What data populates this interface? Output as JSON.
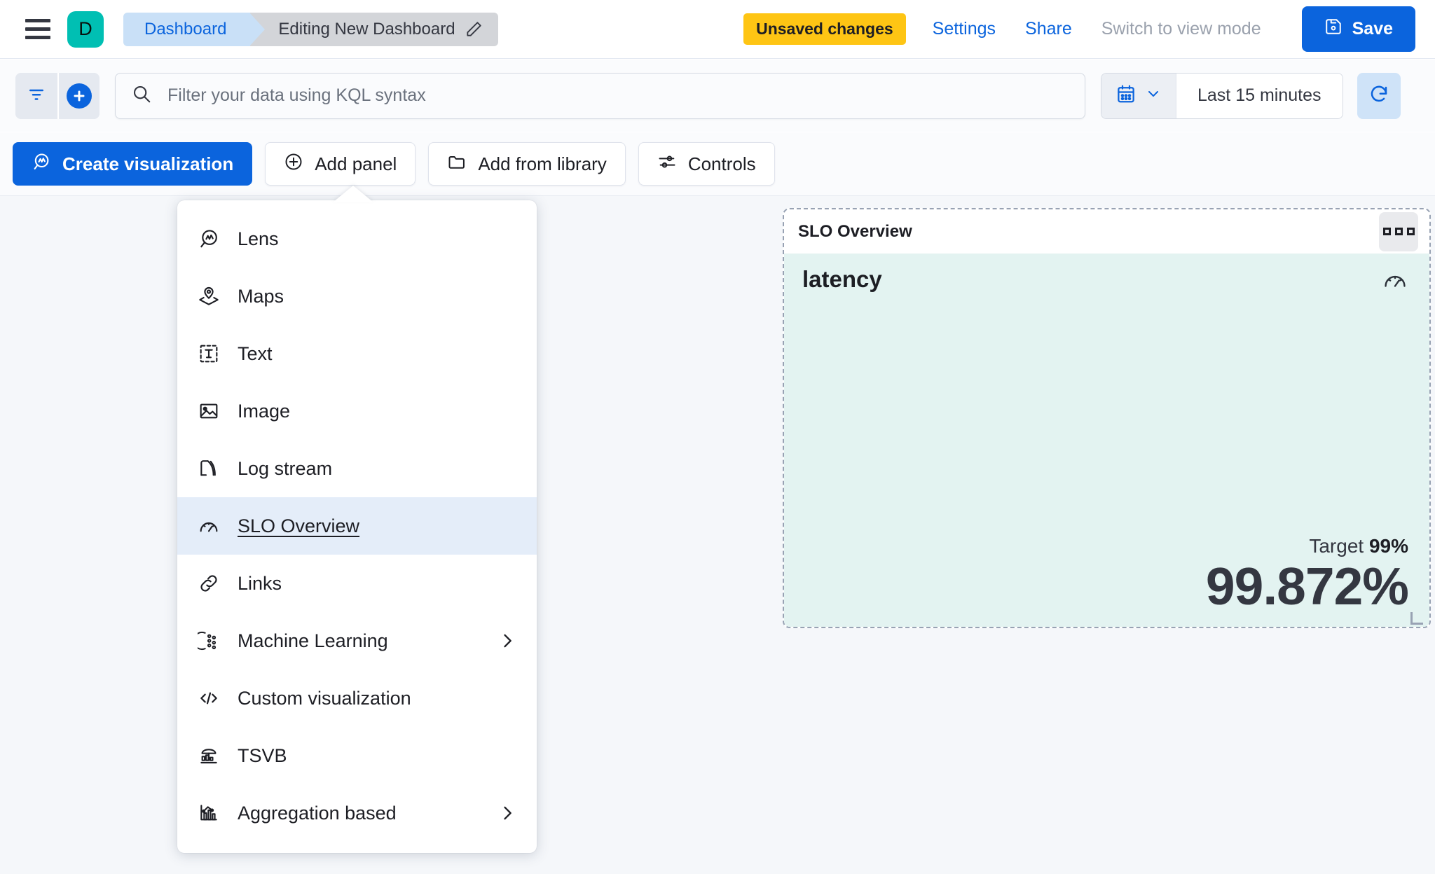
{
  "header": {
    "menu_icon": "hamburger-icon",
    "space_avatar": "D",
    "breadcrumbs": [
      {
        "label": "Dashboard",
        "icon": ""
      },
      {
        "label": "Editing New Dashboard",
        "icon": "pencil-icon"
      }
    ],
    "unsaved_badge": "Unsaved changes",
    "settings_link": "Settings",
    "share_link": "Share",
    "view_mode_link": "Switch to view mode",
    "save_label": "Save",
    "save_icon": "save-disk-icon",
    "accent_blue": "#0b64dd",
    "badge_yellow": "#fec514",
    "avatar_teal": "#00bfb3"
  },
  "querybar": {
    "filter_icon": "filter-icon",
    "add_filter_icon": "plus-circle-icon",
    "search_icon": "search-icon",
    "placeholder": "Filter your data using KQL syntax",
    "calendar_icon": "calendar-icon",
    "chevron_icon": "chevron-down-icon",
    "time_range": "Last 15 minutes",
    "refresh_icon": "refresh-icon"
  },
  "toolbar": {
    "create_visualization": "Create visualization",
    "create_visualization_icon": "lens-icon",
    "add_panel": "Add panel",
    "add_panel_icon": "plus-circle-outline-icon",
    "add_from_library": "Add from library",
    "add_from_library_icon": "folder-icon",
    "controls": "Controls",
    "controls_icon": "controls-sliders-icon"
  },
  "add_panel_menu": {
    "items": [
      {
        "label": "Lens",
        "icon": "lens-icon",
        "submenu": false,
        "selected": false
      },
      {
        "label": "Maps",
        "icon": "map-pin-layers-icon",
        "submenu": false,
        "selected": false
      },
      {
        "label": "Text",
        "icon": "text-box-icon",
        "submenu": false,
        "selected": false
      },
      {
        "label": "Image",
        "icon": "image-icon",
        "submenu": false,
        "selected": false
      },
      {
        "label": "Log stream",
        "icon": "log-stream-icon",
        "submenu": false,
        "selected": false
      },
      {
        "label": "SLO Overview",
        "icon": "gauge-icon",
        "submenu": false,
        "selected": true
      },
      {
        "label": "Links",
        "icon": "link-icon",
        "submenu": false,
        "selected": false
      },
      {
        "label": "Machine Learning",
        "icon": "machine-learning-icon",
        "submenu": true,
        "selected": false
      },
      {
        "label": "Custom visualization",
        "icon": "code-brackets-icon",
        "submenu": false,
        "selected": false
      },
      {
        "label": "TSVB",
        "icon": "tsvb-chart-icon",
        "submenu": false,
        "selected": false
      },
      {
        "label": "Aggregation based",
        "icon": "aggregation-chart-icon",
        "submenu": true,
        "selected": false
      }
    ],
    "chevron_icon": "chevron-right-icon"
  },
  "slo_panel": {
    "title": "SLO Overview",
    "context_menu_icon": "grip-dots-icon",
    "metric_name": "latency",
    "gauge_icon": "gauge-icon",
    "target_prefix": "Target",
    "target_value": "99%",
    "sli_value": "99.872%",
    "background_color": "#e3f3f1",
    "resize_handle": "resize-handle-icon"
  }
}
